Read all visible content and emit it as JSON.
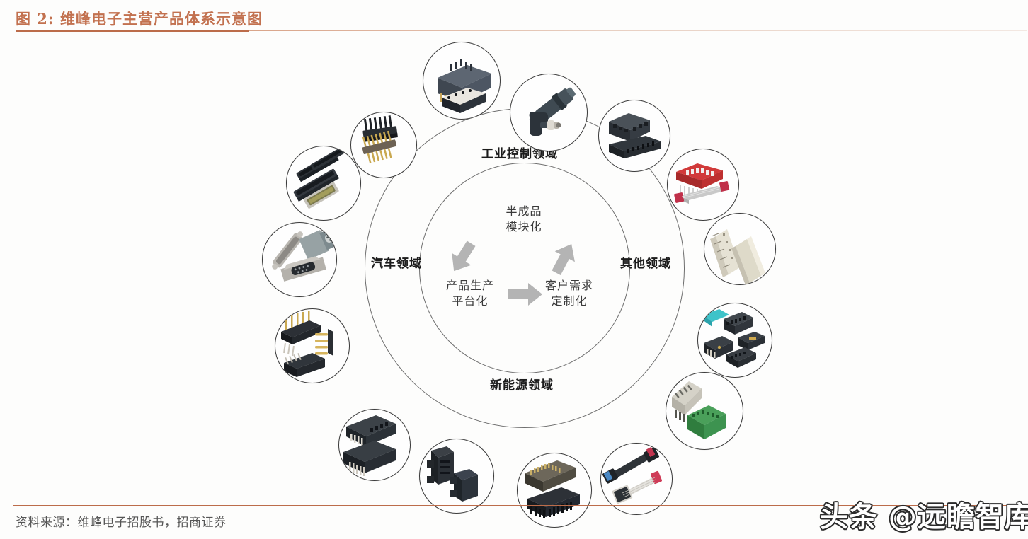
{
  "header": {
    "title": "图 2:  维峰电子主营产品体系示意图",
    "rule_color": "#bc6c4a",
    "title_color": "#c2714f"
  },
  "footer": {
    "source": "资料来源：维峰电子招股书，招商证券"
  },
  "watermark": {
    "text": "头条 @远瞻智库"
  },
  "diagram": {
    "type": "concentric-circle-ecosystem",
    "outer_ring_labels": [
      {
        "key": "industrial",
        "label": "工业控制领域",
        "position": "top"
      },
      {
        "key": "other",
        "label": "其他领域",
        "position": "right"
      },
      {
        "key": "new_energy",
        "label": "新能源领域",
        "position": "bottom"
      },
      {
        "key": "automotive",
        "label": "汽车领域",
        "position": "left"
      }
    ],
    "core": {
      "top": {
        "line1": "半成品",
        "line2": "模块化"
      },
      "left": {
        "line1": "产品生产",
        "line2": "平台化"
      },
      "right": {
        "line1": "客户需求",
        "line2": "定制化"
      },
      "arrows": [
        "down-left-arrow",
        "up-right-arrow",
        "right-arrow"
      ]
    },
    "product_bubbles": [
      {
        "id": 1,
        "name": "board-to-board-header-connector"
      },
      {
        "id": 2,
        "name": "circular-m-series-connector"
      },
      {
        "id": 3,
        "name": "wire-to-board-housing-connector"
      },
      {
        "id": 4,
        "name": "red-idc-ribbon-cable-connector"
      },
      {
        "id": 5,
        "name": "din-41612-cream-connector"
      },
      {
        "id": 6,
        "name": "teal-cable-black-box-headers"
      },
      {
        "id": 7,
        "name": "green-pluggable-terminal-block"
      },
      {
        "id": 8,
        "name": "grey-flat-ribbon-cable-assembly"
      },
      {
        "id": 9,
        "name": "gold-plated-card-edge-connector"
      },
      {
        "id": 10,
        "name": "black-idc-latch-connector-pair"
      },
      {
        "id": 11,
        "name": "black-power-box-header"
      },
      {
        "id": 12,
        "name": "gold-pin-header-strip-set"
      },
      {
        "id": 13,
        "name": "d-sub-connector-set"
      },
      {
        "id": 14,
        "name": "fine-pitch-board-to-board-socket"
      },
      {
        "id": 15,
        "name": "dual-row-pin-header-pair"
      }
    ]
  }
}
